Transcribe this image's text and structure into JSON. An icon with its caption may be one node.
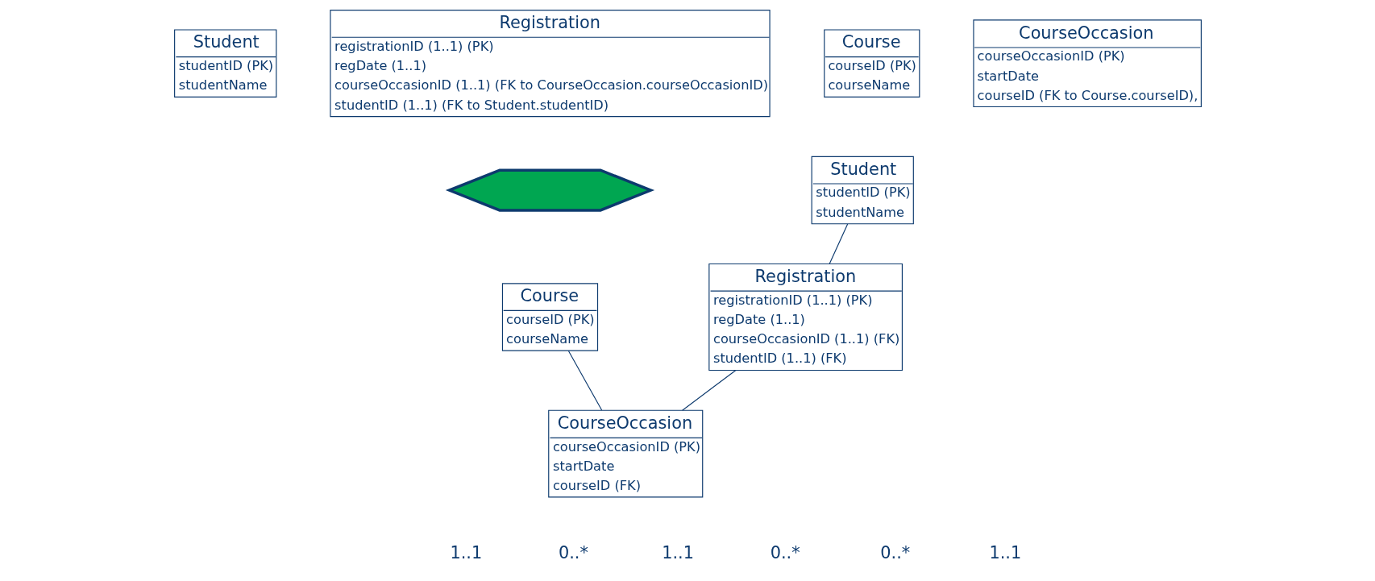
{
  "diagram": {
    "nodes": [
      {
        "text": [
          "Registration",
          "registrationID (1..1) (PK)",
          "regDate (1..1)",
          "courseOccasionID (1..1) (FK to CourseOccasion.courseOccasionID)",
          "studentID (1..1) (FK to Student.studentID)"
        ]
      },
      {
        "text": [
          "Course",
          "courseID (PK)",
          "courseName"
        ]
      },
      {
        "text": [
          "Student",
          "studentID (PK)",
          "studentName"
        ]
      },
      {
        "text": [
          "CourseOccasion",
          "courseOccasionID (PK)",
          "startDate",
          "courseID (FK to Course.courseID),"
        ]
      },
      {
        "text": [],
        "shape": "arrow"
      },
      {
        "text": [
          "Registration",
          "registrationID (1..1) (PK)",
          "regDate (1..1)",
          "courseOccasionID (1..1) (FK)",
          "studentID (1..1) (FK)"
        ]
      },
      {
        "text": [
          "Course",
          "courseID (PK)",
          "courseName"
        ]
      },
      {
        "text": [
          "Student",
          "studentID (PK)",
          "studentName"
        ]
      },
      {
        "text": [
          "CourseOccasion",
          "courseOccasionID (PK)",
          "startDate",
          "courseID (FK)"
        ]
      }
    ],
    "edges": [
      {
        "from": 7,
        "to": 5,
        "arrow": "none"
      },
      {
        "from": 5,
        "to": 8,
        "arrow": "none"
      },
      {
        "from": 6,
        "to": 8,
        "arrow": "none"
      }
    ],
    "labels": [
      "1..1",
      "0..*",
      "0..*",
      "1..1",
      "1..1",
      "0..*"
    ]
  }
}
